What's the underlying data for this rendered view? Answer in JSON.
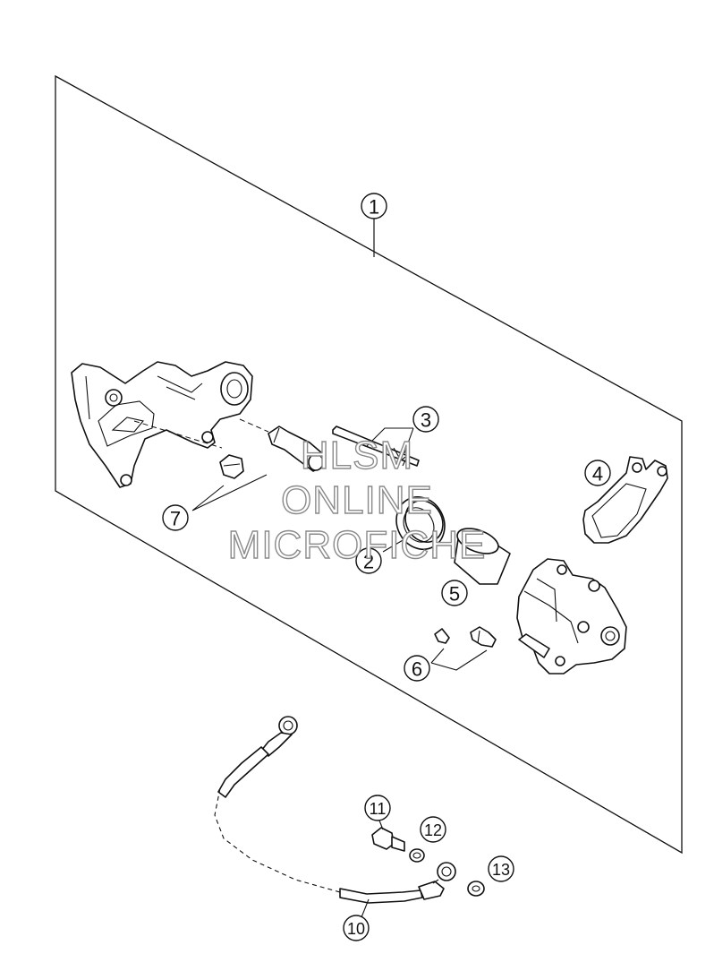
{
  "watermark": {
    "line1": "HLSM",
    "line2": "ONLINE",
    "line3": "MICROFICHE"
  },
  "callouts": [
    "1",
    "2",
    "3",
    "4",
    "5",
    "6",
    "7",
    "10",
    "11",
    "12",
    "13"
  ]
}
